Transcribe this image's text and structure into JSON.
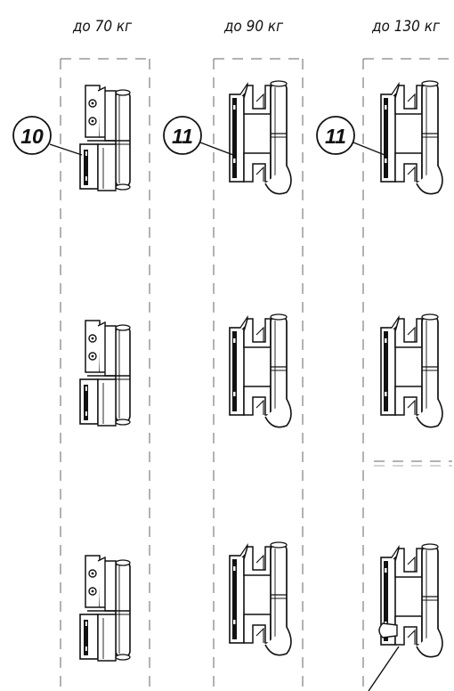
{
  "headers": {
    "col1": "до 70 кг",
    "col2": "до 90 кг",
    "col3": "до 130 кг"
  },
  "callouts": {
    "c1": "10",
    "c2": "11",
    "c3": "11"
  }
}
